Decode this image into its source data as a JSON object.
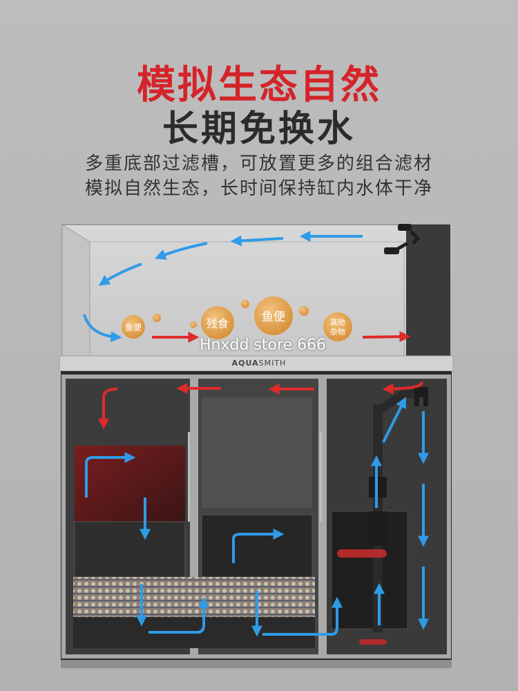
{
  "headline": {
    "line1": "模拟生态自然",
    "line2": "长期免换水"
  },
  "description": {
    "line1": "多重底部过滤槽，可放置更多的组合滤材",
    "line2": "模拟自然生态，长时间保持缸内水体干净"
  },
  "debris_labels": {
    "feces_small": "鱼便",
    "leftover_food": "残食",
    "feces_large": "鱼便",
    "other_line1": "其他",
    "other_line2": "杂物"
  },
  "watermark": "Hnxdd store 666",
  "brand": {
    "prefix": "AQUA",
    "suffix": "SMITH"
  },
  "colors": {
    "accent_red": "#d4242a",
    "flow_blue": "#2f9be8",
    "flow_red": "#e02a2a",
    "bubble_orange": "#e3a24c"
  }
}
